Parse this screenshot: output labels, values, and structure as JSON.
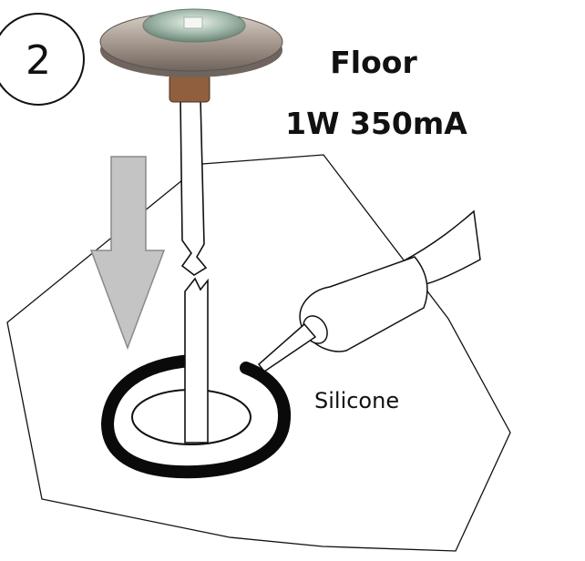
{
  "step": {
    "number": "2"
  },
  "title": {
    "line1": "Floor",
    "line2": "1W 350mA"
  },
  "labels": {
    "silicone": "Silicone"
  },
  "colors": {
    "outline": "#111111",
    "arrow_fill": "#c4c4c4",
    "arrow_stroke": "#8a8a8a",
    "sealant": "#0a0a0a",
    "lamp_metal": "#a79a90",
    "lamp_lens": "#8fa89b"
  },
  "icons": {
    "step_badge": "circled-number",
    "direction": "down-arrow-icon",
    "fixture": "led-floor-light-icon",
    "tool": "silicone-tube-icon"
  }
}
